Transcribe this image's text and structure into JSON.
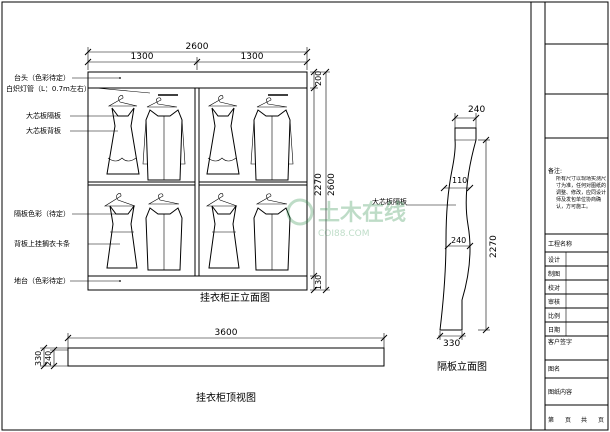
{
  "front": {
    "caption": "挂衣柜正立面图",
    "dim_total": "2600",
    "dim_left": "1300",
    "dim_right": "1300",
    "dim_height": "2270",
    "dim_overall": "2600",
    "dim_top": "200",
    "dim_base": "130",
    "labels": [
      "台头（色彩待定）",
      "白炽灯管（L：0.7m左右）",
      "大芯板隔板",
      "大芯板背板",
      "隔板色彩（待定）",
      "背板上挂搁衣卡条",
      "地台（色彩待定）"
    ]
  },
  "top": {
    "caption": "挂衣柜顶视图",
    "dim_width": "3600",
    "dim_depth_outer": "330",
    "dim_depth_inner": "240"
  },
  "partition": {
    "caption": "隔板立面图",
    "dim_top": "240",
    "dim_mid": "110",
    "dim_lower": "240",
    "dim_base": "330",
    "dim_height": "2270",
    "label": "大芯板隔板"
  },
  "title_block": {
    "notes_heading": "备注:",
    "notes_body": "所有尺寸以现场实测尺寸为准，任何对图纸的调整、修改，应同设计师及发包单位协商确认，方可施工。",
    "rows": [
      "工程名称",
      "设计",
      "制图",
      "校对",
      "审核",
      "比例",
      "日期",
      "客户签字",
      "图名",
      "图纸内容"
    ],
    "footer": [
      "第",
      "页",
      "共",
      "页"
    ]
  },
  "watermark": {
    "text": "土木在线",
    "url_text": "COI88.COM"
  }
}
